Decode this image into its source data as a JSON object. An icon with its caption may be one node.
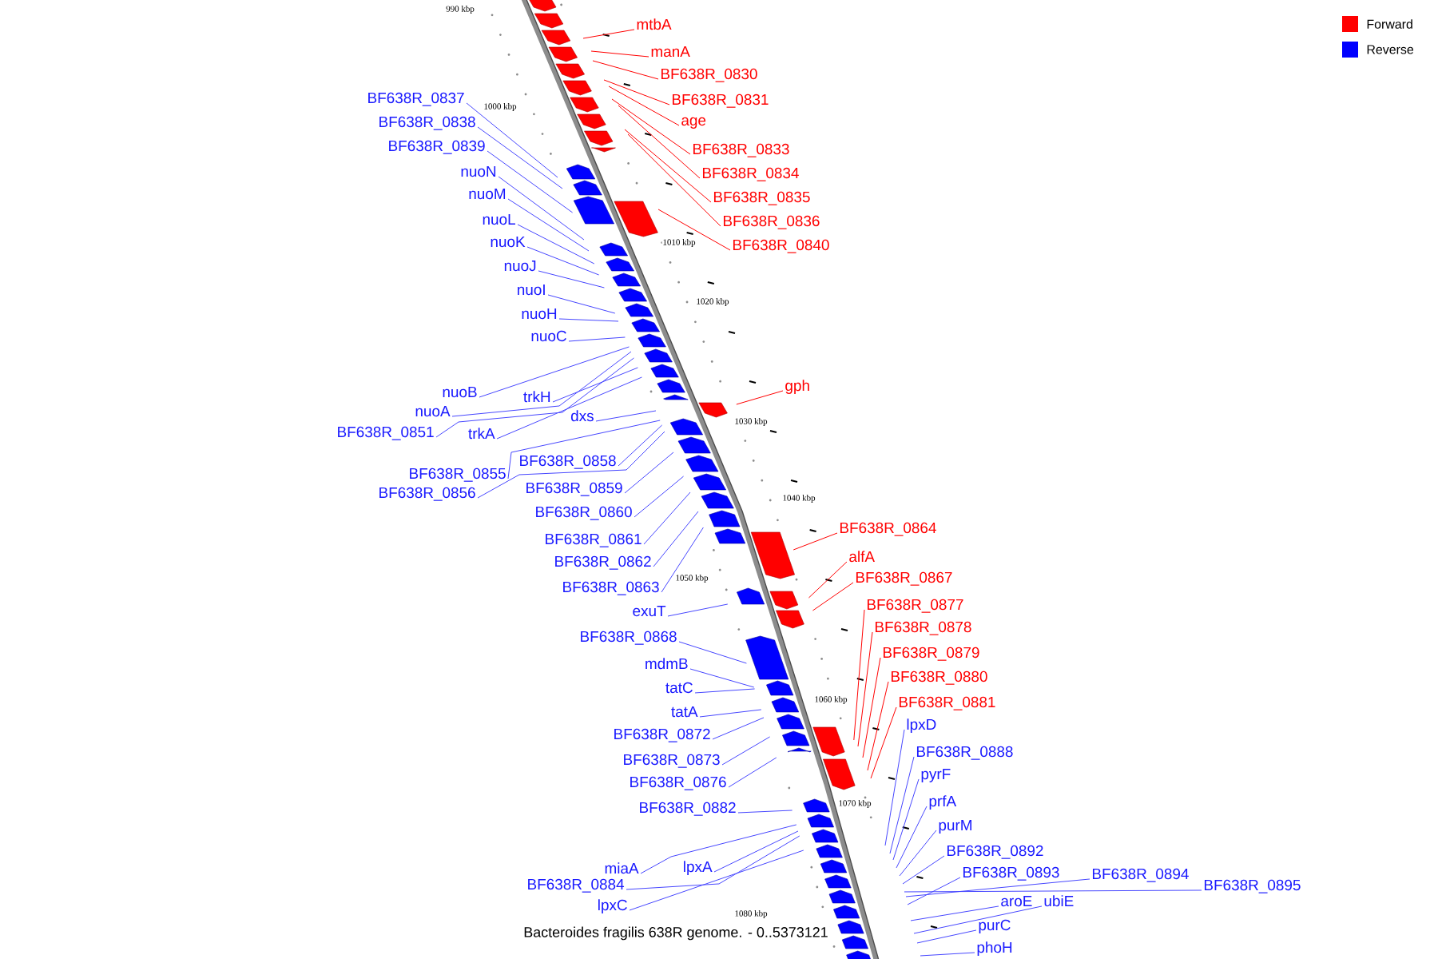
{
  "diagram": {
    "caption": "Bacteroides fragilis 638R genome. - 0..5373121",
    "nodes": [
      {
        "text": [
          "mtbA"
        ]
      },
      {
        "text": [
          "manA"
        ]
      },
      {
        "text": [
          "BF638R_0830"
        ]
      },
      {
        "text": [
          "BF638R_0837"
        ]
      },
      {
        "text": [
          "BF638R_0831"
        ]
      },
      {
        "text": [
          "age"
        ]
      },
      {
        "text": [
          "BF638R_0838"
        ]
      },
      {
        "text": [
          "BF638R_0839"
        ]
      },
      {
        "text": [
          "BF638R_0833"
        ]
      },
      {
        "text": [
          "nuoN"
        ]
      },
      {
        "text": [
          "BF638R_0834"
        ]
      },
      {
        "text": [
          "nuoM"
        ]
      },
      {
        "text": [
          "BF638R_0835"
        ]
      },
      {
        "text": [
          "nuoL"
        ]
      },
      {
        "text": [
          "BF638R_0836"
        ]
      },
      {
        "text": [
          "nuoK"
        ]
      },
      {
        "text": [
          "BF638R_0840"
        ]
      },
      {
        "text": [
          "nuoJ"
        ]
      },
      {
        "text": [
          "nuoI"
        ]
      },
      {
        "text": [
          "nuoH"
        ]
      },
      {
        "text": [
          "nuoC"
        ]
      },
      {
        "text": [
          "gph"
        ]
      },
      {
        "text": [
          "nuoB"
        ]
      },
      {
        "text": [
          "trkH"
        ]
      },
      {
        "text": [
          "nuoA"
        ]
      },
      {
        "text": [
          "dxs"
        ]
      },
      {
        "text": [
          "BF638R_0851"
        ]
      },
      {
        "text": [
          "trkA"
        ]
      },
      {
        "text": [
          "BF638R_0858"
        ]
      },
      {
        "text": [
          "BF638R_0855"
        ]
      },
      {
        "text": [
          "BF638R_0859"
        ]
      },
      {
        "text": [
          "BF638R_0856"
        ]
      },
      {
        "text": [
          "BF638R_0860"
        ]
      },
      {
        "text": [
          "BF638R_0864"
        ]
      },
      {
        "text": [
          "BF638R_0861"
        ]
      },
      {
        "text": [
          "alfA"
        ]
      },
      {
        "text": [
          "BF638R_0862"
        ]
      },
      {
        "text": [
          "BF638R_0867"
        ]
      },
      {
        "text": [
          "BF638R_0863"
        ]
      },
      {
        "text": [
          "BF638R_0877"
        ]
      },
      {
        "text": [
          "exuT"
        ]
      },
      {
        "text": [
          "BF638R_0878"
        ]
      },
      {
        "text": [
          "BF638R_0868"
        ]
      },
      {
        "text": [
          "BF638R_0879"
        ]
      },
      {
        "text": [
          "mdmB"
        ]
      },
      {
        "text": [
          "BF638R_0880"
        ]
      },
      {
        "text": [
          "tatC"
        ]
      },
      {
        "text": [
          "BF638R_0881"
        ]
      },
      {
        "text": [
          "tatA"
        ]
      },
      {
        "text": [
          "lpxD"
        ]
      },
      {
        "text": [
          "BF638R_0872"
        ]
      },
      {
        "text": [
          "BF638R_0888"
        ]
      },
      {
        "text": [
          "BF638R_0873"
        ]
      },
      {
        "text": [
          "pyrF"
        ]
      },
      {
        "text": [
          "BF638R_0876"
        ]
      },
      {
        "text": [
          "prfA"
        ]
      },
      {
        "text": [
          "BF638R_0882"
        ]
      },
      {
        "text": [
          "purM"
        ]
      },
      {
        "text": [
          "BF638R_0895"
        ]
      },
      {
        "text": [
          "BF638R_0892"
        ]
      },
      {
        "text": [
          "BF638R_0894"
        ]
      },
      {
        "text": [
          "lpxA"
        ]
      },
      {
        "text": [
          "miaA"
        ]
      },
      {
        "text": [
          "BF638R_0893"
        ]
      },
      {
        "text": [
          "BF638R_0884"
        ]
      },
      {
        "text": [
          "aroE"
        ]
      },
      {
        "text": [
          "ubiE"
        ]
      },
      {
        "text": [
          "lpxC"
        ]
      },
      {
        "text": [
          "purC"
        ]
      },
      {
        "text": [
          "phoH"
        ]
      }
    ],
    "edges": [
      {
        "from": 0,
        "to": null,
        "arrow": "none",
        "color": "#ff0000"
      },
      {
        "from": 1,
        "to": null,
        "arrow": "none",
        "color": "#ff0000"
      },
      {
        "from": 2,
        "to": null,
        "arrow": "none",
        "color": "#ff0000"
      },
      {
        "from": 3,
        "to": null,
        "arrow": "none"
      },
      {
        "from": 4,
        "to": null,
        "arrow": "none",
        "color": "#ff0000"
      },
      {
        "from": 5,
        "to": null,
        "arrow": "none",
        "color": "#ff0000"
      },
      {
        "from": 6,
        "to": null,
        "arrow": "none"
      },
      {
        "from": 7,
        "to": null,
        "arrow": "none"
      },
      {
        "from": 8,
        "to": null,
        "arrow": "none",
        "color": "#ff0000"
      },
      {
        "from": 9,
        "to": null,
        "arrow": "none"
      },
      {
        "from": 10,
        "to": null,
        "arrow": "none",
        "color": "#ff0000"
      },
      {
        "from": 11,
        "to": null,
        "arrow": "none"
      },
      {
        "from": 12,
        "to": null,
        "arrow": "none",
        "color": "#ff0000"
      },
      {
        "from": 13,
        "to": null,
        "arrow": "none"
      },
      {
        "from": 14,
        "to": null,
        "arrow": "none",
        "color": "#ff0000"
      },
      {
        "from": 15,
        "to": null,
        "arrow": "none"
      },
      {
        "from": 16,
        "to": null,
        "arrow": "none",
        "color": "#ff0000"
      },
      {
        "from": 17,
        "to": null,
        "arrow": "none"
      },
      {
        "from": 18,
        "to": null,
        "arrow": "none"
      },
      {
        "from": 19,
        "to": null,
        "arrow": "none"
      },
      {
        "from": 20,
        "to": null,
        "arrow": "none"
      },
      {
        "from": 21,
        "to": null,
        "arrow": "none",
        "color": "#ff0000"
      },
      {
        "from": 22,
        "to": null,
        "arrow": "none"
      },
      {
        "from": 23,
        "to": null,
        "arrow": "none"
      },
      {
        "from": 24,
        "to": null,
        "arrow": "none"
      },
      {
        "from": 25,
        "to": null,
        "arrow": "none"
      },
      {
        "from": 26,
        "to": null,
        "arrow": "none"
      },
      {
        "from": 27,
        "to": null,
        "arrow": "none"
      },
      {
        "from": 28,
        "to": null,
        "arrow": "none"
      },
      {
        "from": 29,
        "to": null,
        "arrow": "none"
      },
      {
        "from": 30,
        "to": null,
        "arrow": "none"
      },
      {
        "from": 31,
        "to": null,
        "arrow": "none"
      },
      {
        "from": 32,
        "to": null,
        "arrow": "none"
      },
      {
        "from": 33,
        "to": null,
        "arrow": "none",
        "color": "#ff0000"
      },
      {
        "from": 34,
        "to": null,
        "arrow": "none"
      },
      {
        "from": 35,
        "to": null,
        "arrow": "none",
        "color": "#ff0000"
      },
      {
        "from": 36,
        "to": null,
        "arrow": "none"
      },
      {
        "from": 37,
        "to": null,
        "arrow": "none",
        "color": "#ff0000"
      },
      {
        "from": 38,
        "to": null,
        "arrow": "none"
      },
      {
        "from": 39,
        "to": null,
        "arrow": "none",
        "color": "#ff0000"
      },
      {
        "from": 40,
        "to": null,
        "arrow": "none"
      },
      {
        "from": 41,
        "to": null,
        "arrow": "none",
        "color": "#ff0000"
      },
      {
        "from": 42,
        "to": null,
        "arrow": "none"
      },
      {
        "from": 43,
        "to": null,
        "arrow": "none",
        "color": "#ff0000"
      },
      {
        "from": 44,
        "to": null,
        "arrow": "none"
      },
      {
        "from": 45,
        "to": null,
        "arrow": "none",
        "color": "#ff0000"
      },
      {
        "from": 46,
        "to": null,
        "arrow": "none"
      },
      {
        "from": 47,
        "to": null,
        "arrow": "none",
        "color": "#ff0000"
      },
      {
        "from": 48,
        "to": null,
        "arrow": "none"
      },
      {
        "from": 49,
        "to": null,
        "arrow": "none"
      },
      {
        "from": 50,
        "to": null,
        "arrow": "none"
      },
      {
        "from": 51,
        "to": null,
        "arrow": "none"
      },
      {
        "from": 52,
        "to": null,
        "arrow": "none"
      },
      {
        "from": 53,
        "to": null,
        "arrow": "none"
      },
      {
        "from": 54,
        "to": null,
        "arrow": "none"
      },
      {
        "from": 55,
        "to": null,
        "arrow": "none"
      },
      {
        "from": 56,
        "to": null,
        "arrow": "none"
      },
      {
        "from": 57,
        "to": null,
        "arrow": "none"
      },
      {
        "from": 58,
        "to": null,
        "arrow": "none"
      },
      {
        "from": 59,
        "to": null,
        "arrow": "none"
      },
      {
        "from": 60,
        "to": null,
        "arrow": "none"
      },
      {
        "from": 61,
        "to": null,
        "arrow": "none"
      },
      {
        "from": 62,
        "to": null,
        "arrow": "none"
      },
      {
        "from": 63,
        "to": null,
        "arrow": "none"
      },
      {
        "from": 64,
        "to": null,
        "arrow": "none"
      },
      {
        "from": 65,
        "to": null,
        "arrow": "none"
      },
      {
        "from": 66,
        "to": null,
        "arrow": "none"
      },
      {
        "from": 67,
        "to": null,
        "arrow": "none"
      },
      {
        "from": 68,
        "to": null,
        "arrow": "none"
      },
      {
        "from": 69,
        "to": null,
        "arrow": "none"
      }
    ],
    "labels": [
      "990 kbp",
      "1000 kbp",
      "1010 kbp",
      "1020 kbp",
      "1030 kbp",
      "1040 kbp",
      "1050 kbp",
      "1060 kbp",
      "1070 kbp",
      "1080 kbp"
    ],
    "legend": [
      {
        "text": "Forward",
        "color": "#ff0000"
      },
      {
        "text": "Reverse",
        "color": "#0000ff"
      }
    ]
  }
}
